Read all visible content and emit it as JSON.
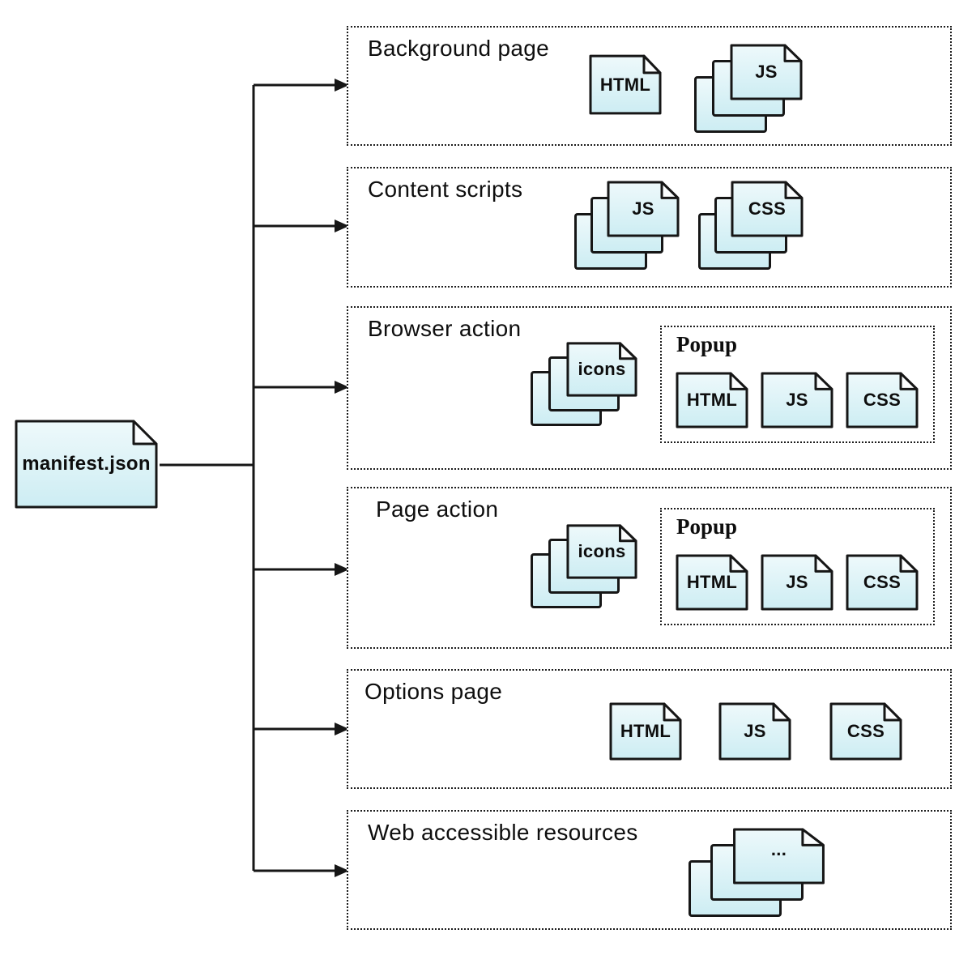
{
  "root_label": "manifest.json",
  "sections": [
    {
      "label": "Background page",
      "docs": {
        "html": "HTML",
        "js": "JS"
      }
    },
    {
      "label": "Content scripts",
      "docs": {
        "js": "JS",
        "css": "CSS"
      }
    },
    {
      "label": "Browser action",
      "docs": {
        "icons": "icons"
      },
      "popup": {
        "label": "Popup",
        "docs": {
          "html": "HTML",
          "js": "JS",
          "css": "CSS"
        }
      }
    },
    {
      "label": "Page action",
      "docs": {
        "icons": "icons"
      },
      "popup": {
        "label": "Popup",
        "docs": {
          "html": "HTML",
          "js": "JS",
          "css": "CSS"
        }
      }
    },
    {
      "label": "Options page",
      "docs": {
        "html": "HTML",
        "js": "JS",
        "css": "CSS"
      }
    },
    {
      "label": "Web accessible resources",
      "docs": {
        "more": "..."
      }
    }
  ],
  "colors": {
    "doc_fill_top": "#eef9fb",
    "doc_fill_bottom": "#cdedf3",
    "fold_fill": "#fbfdfe",
    "outline": "#161616",
    "dotted_border": "#1c1c1c",
    "text": "#0e0e0e"
  }
}
